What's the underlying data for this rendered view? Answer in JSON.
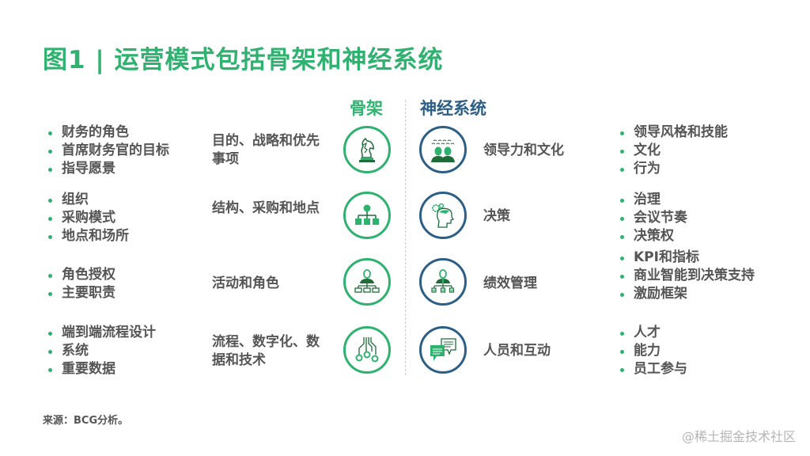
{
  "title": "图1 | 运营模式包括骨架和神经系统",
  "columns": {
    "skeleton": "骨架",
    "nervous_system": "神经系统"
  },
  "skeleton_rows": [
    {
      "bullets": [
        "财务的角色",
        "首席财务官的目标",
        "指导愿景"
      ],
      "label": "目的、战略和优先事项",
      "icon": "chess-knight-icon"
    },
    {
      "bullets": [
        "组织",
        "采购模式",
        "地点和场所"
      ],
      "label": "结构、采购和地点",
      "icon": "org-chart-icon"
    },
    {
      "bullets": [
        "角色授权",
        "主要职责"
      ],
      "label": "活动和角色",
      "icon": "manager-hierarchy-icon"
    },
    {
      "bullets": [
        "端到端流程设计",
        "系统",
        "重要数据"
      ],
      "label": "流程、数字化、数据和技术",
      "icon": "process-flow-icon"
    }
  ],
  "nervous_rows": [
    {
      "label": "领导力和文化",
      "icon": "crowd-people-icon",
      "bullets": [
        "领导风格和技能",
        "文化",
        "行为"
      ]
    },
    {
      "label": "决策",
      "icon": "head-gears-icon",
      "bullets": [
        "治理",
        "会议节奏",
        "决策权"
      ]
    },
    {
      "label": "绩效管理",
      "icon": "performance-checklist-icon",
      "bullets": [
        "KPI和指标",
        "商业智能到决策支持",
        "激励框架"
      ]
    },
    {
      "label": "人员和互动",
      "icon": "chat-bubbles-icon",
      "bullets": [
        "人才",
        "能力",
        "员工参与"
      ]
    }
  ],
  "source": "来源：BCG分析。",
  "watermark": "@稀土掘金技术社区",
  "colors": {
    "green": "#2fb270",
    "dark_green": "#1f6b3a",
    "blue": "#2d5f86",
    "text": "#555555"
  }
}
